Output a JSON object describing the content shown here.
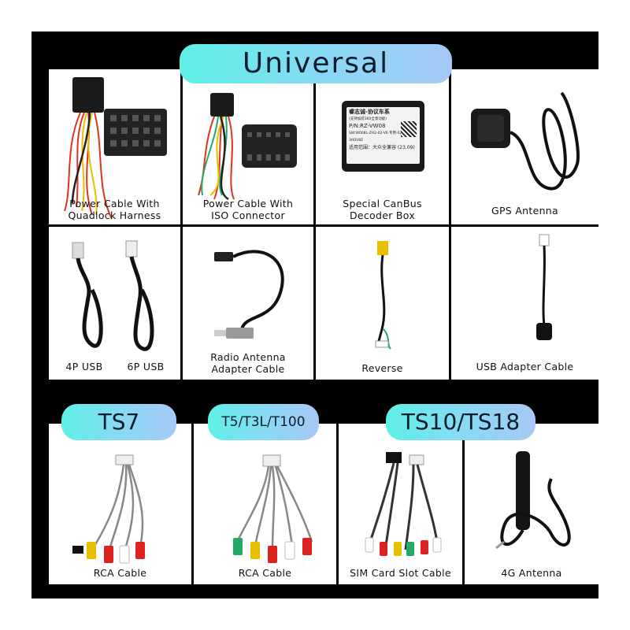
{
  "headers": {
    "universal": "Universal",
    "ts7": "TS7",
    "t5": "T5/T3L/T100",
    "ts10": "TS10/TS18"
  },
  "items": {
    "power_quadlock": [
      "Power Cable With",
      "Quadlock Harness"
    ],
    "power_iso": [
      "Power Cable With",
      "ISO Connector"
    ],
    "canbus": [
      "Special CanBus",
      "Decoder Box"
    ],
    "gps": "GPS Antenna",
    "usb4p": "4P USB",
    "usb6p": "6P USB",
    "radio": [
      "Radio Antenna",
      "Adapter Cable"
    ],
    "reverse": "Reverse",
    "usb_adapter": "USB Adapter Cable",
    "rca_ts7": "RCA Cable",
    "rca_t5": "RCA Cable",
    "sim": "SIM Card Slot Cable",
    "antenna4g": "4G Antenna"
  },
  "decoder_label": {
    "line1": "睿志诚-协议车系",
    "line2": "(支持加装360全景功能)",
    "line3": "P/N:RZ-VW08",
    "line4": "SW:W008L-ZH2-02-V6  专用-02-3H0V8Z",
    "line5": "适用范围：大众全兼容 (23.09)"
  },
  "colors": {
    "pill_start": "#5ff0e6",
    "pill_end": "#a7c8f6",
    "frame": "#000000"
  }
}
